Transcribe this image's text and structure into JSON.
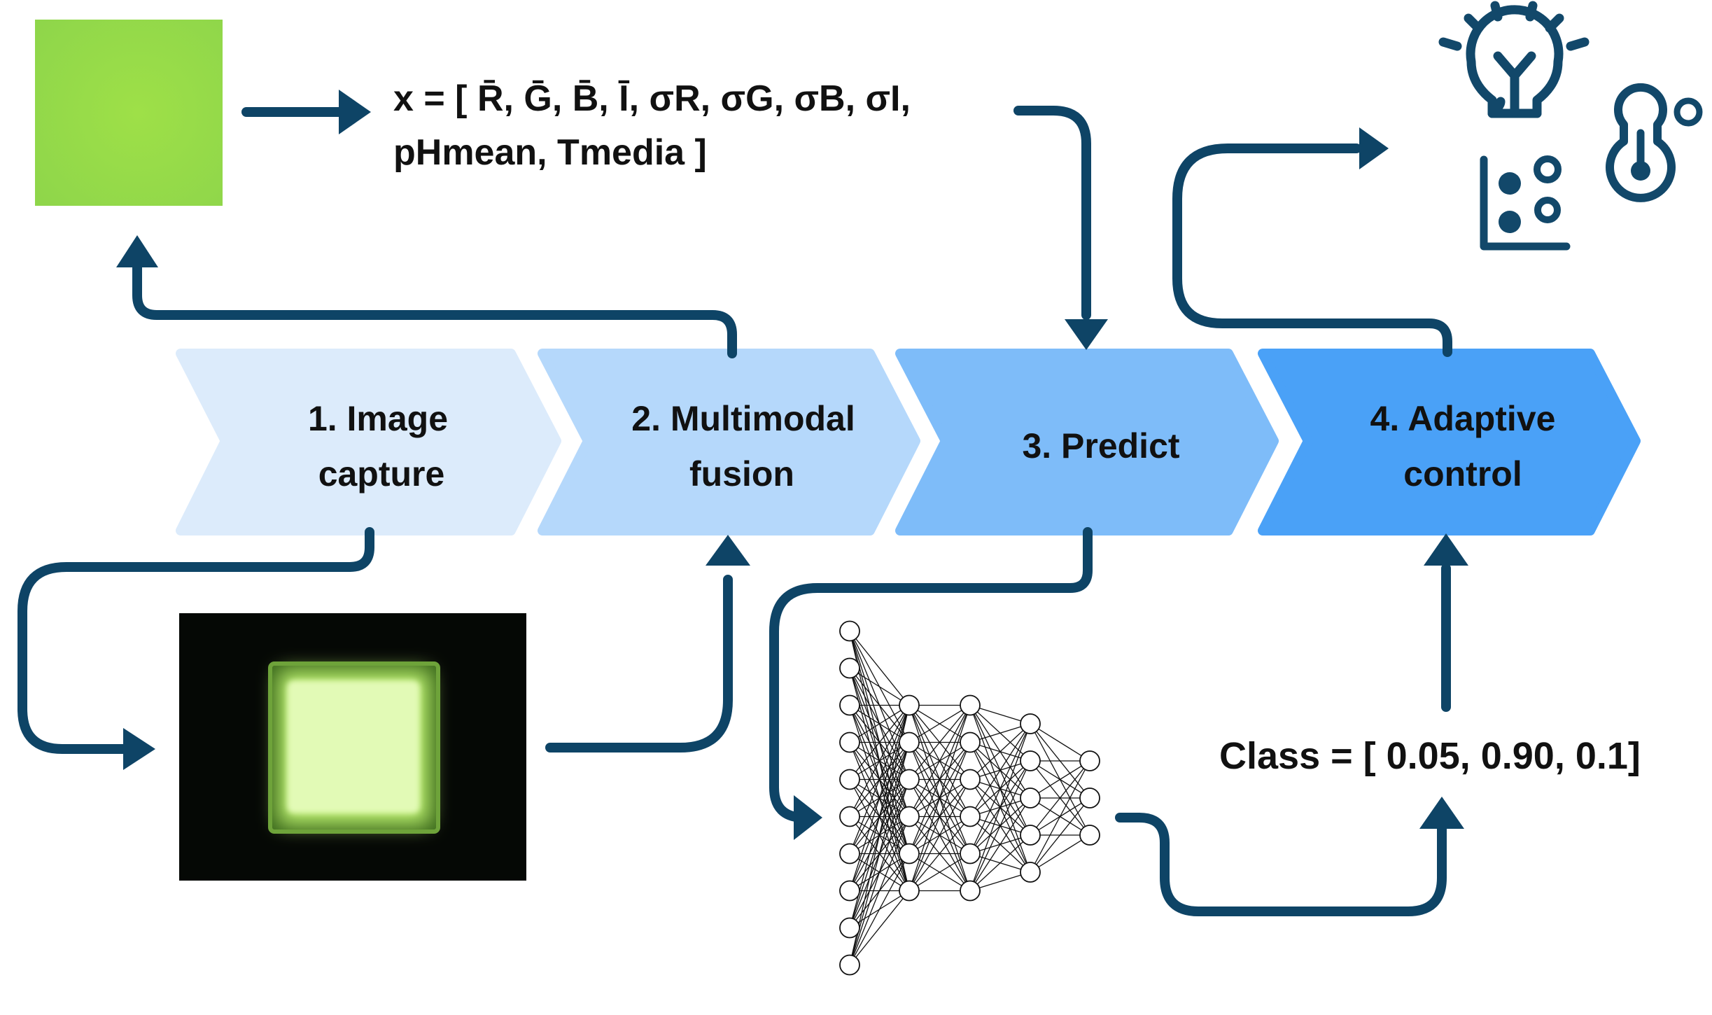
{
  "diagram": {
    "steps": [
      {
        "line1": "1. Image",
        "line2": "capture",
        "color": "#dcebfb"
      },
      {
        "line1": "2. Multimodal",
        "line2": "fusion",
        "color": "#b5d8fb"
      },
      {
        "line1": "3. Predict",
        "line2": "",
        "color": "#7ebcf9"
      },
      {
        "line1": "4. Adaptive",
        "line2": "control",
        "color": "#4aa1f7"
      }
    ],
    "feature_vector": {
      "line1": "x = [ R̄, Ḡ, B̄, Ī, σR, σG, σB, σI,",
      "line2": "pHmean, Tmedia ]"
    },
    "class_output": "Class = [ 0.05, 0.90, 0.1]",
    "neural_network_layers": [
      10,
      6,
      6,
      5,
      3
    ],
    "colors": {
      "arrow": "#0e4466",
      "icon": "#12486a",
      "sample_green": "#9ade46",
      "glow_green": "#d8f8a6",
      "photo_bg": "#050805"
    },
    "icons": [
      "lightbulb-icon",
      "bubbles-chart-icon",
      "thermometer-icon"
    ]
  }
}
